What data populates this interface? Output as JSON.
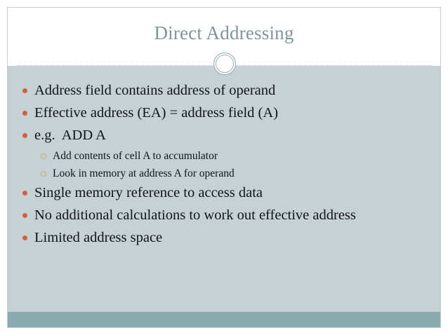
{
  "slide": {
    "title": "Direct Addressing",
    "colors": {
      "title_text": "#7D9699",
      "body_background": "#C6D1D6",
      "title_background": "#FFFFFF",
      "bullet_level1": "#D2603C",
      "bullet_level2": "#C9AE5D",
      "bottom_bar": "#8BACAE",
      "body_text": "#111418",
      "frame_border": "#C3CED3"
    },
    "content": [
      {
        "level": 1,
        "text": "Address field contains address of operand"
      },
      {
        "level": 1,
        "text": "Effective address (EA) = address field (A)"
      },
      {
        "level": 1,
        "text": "e.g.  ADD A"
      },
      {
        "level": 2,
        "text": "Add contents of cell A to accumulator"
      },
      {
        "level": 2,
        "text": "Look in memory at address A for operand"
      },
      {
        "level": 1,
        "text": "Single memory reference to access data"
      },
      {
        "level": 1,
        "text": "No additional calculations to work out effective address"
      },
      {
        "level": 1,
        "text": "Limited address space"
      }
    ]
  }
}
